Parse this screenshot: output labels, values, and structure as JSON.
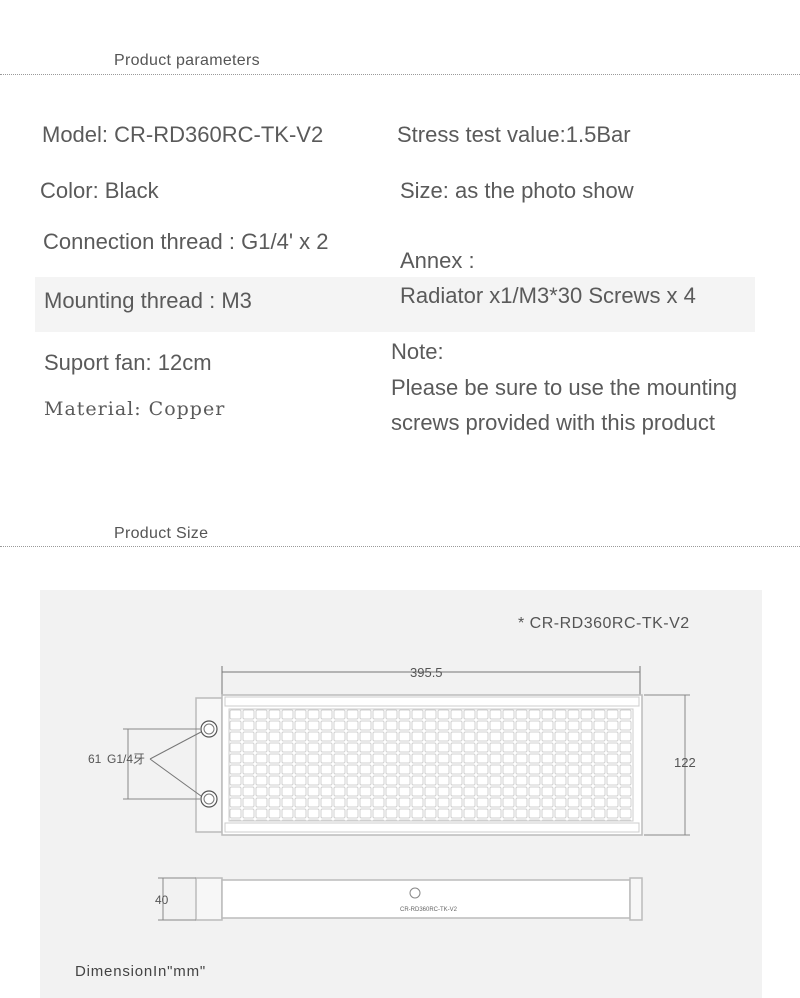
{
  "params_section": {
    "title": "Product parameters"
  },
  "params": {
    "model": "Model: CR-RD360RC-TK-V2",
    "stress": "Stress test value:1.5Bar",
    "color": "Color: Black",
    "size": "Size: as the photo show",
    "connection": "Connection thread : G1/4' x 2",
    "annex_label": "Annex :",
    "annex_value": "Radiator x1/M3*30 Screws x 4",
    "mounting": "Mounting thread : M3",
    "fan": "Suport fan: 12cm",
    "material": "Material: Copper",
    "note_label": "Note:",
    "note_line1": "Please be sure to use the mounting",
    "note_line2": "screws provided with this product"
  },
  "size_section": {
    "title": "Product Size"
  },
  "drawing": {
    "model_label": "* CR-RD360RC-TK-V2",
    "length": "395.5",
    "height": "122",
    "port_offset": "61",
    "thread": "G1/4牙",
    "thickness": "40",
    "side_text": "CR-RD360RC-TK-V2",
    "unit_note": "DimensionIn\"mm\""
  }
}
